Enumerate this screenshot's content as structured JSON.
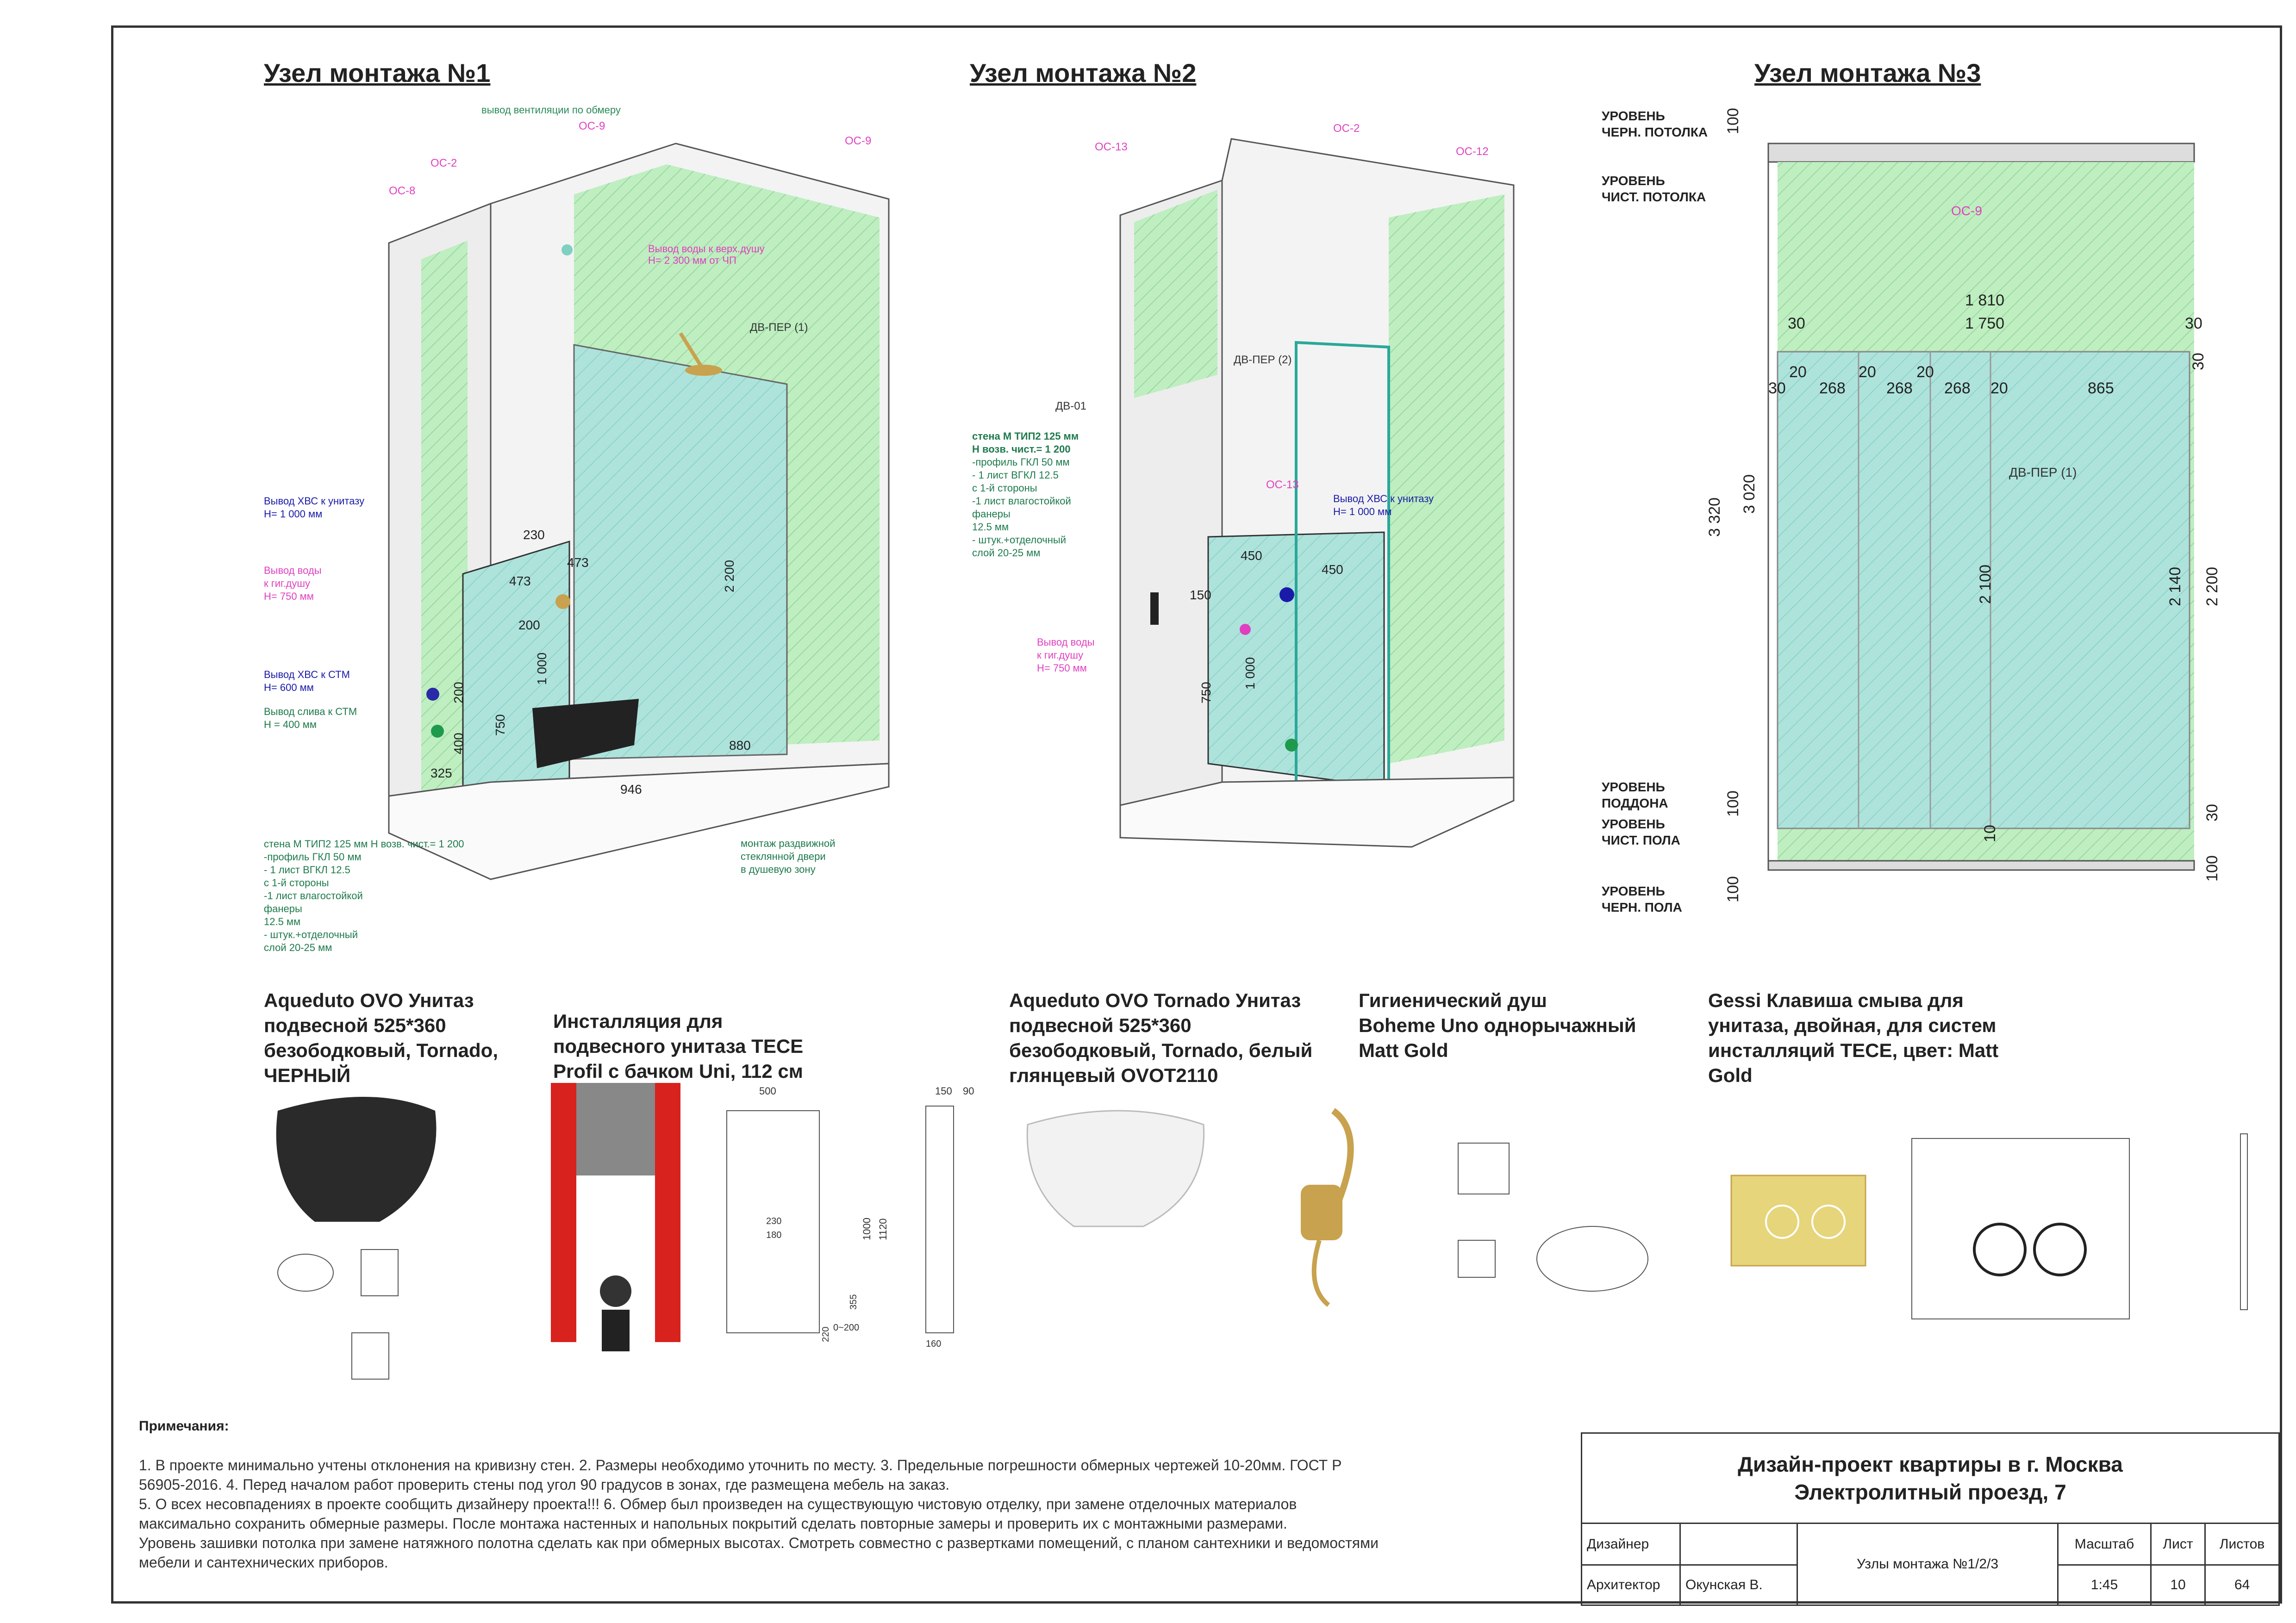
{
  "titles": {
    "node1": "Узел монтажа №1",
    "node2": "Узел монтажа №2",
    "node3": "Узел монтажа №3"
  },
  "node1": {
    "tags": [
      "ОС-8",
      "ОС-2",
      "ОС-9",
      "ОС-9"
    ],
    "door_tag": "ДВ-ПЕР (1)",
    "vent": "вывод\nвентиляции\nпо обмеру",
    "shower_out": "Вывод воды к верх.душу\nH= 2 300 мм от ЧП",
    "cold_wc": "Вывод ХВС к унитазу\nH= 1 000 мм",
    "hyg": "Вывод воды\nк гиг.душу\nH= 750 мм",
    "cold_stm": "Вывод ХВС к СТМ\nH= 600 мм",
    "drain_stm": "Вывод слива к СТМ\nH = 400 мм",
    "wall": "стена М ТИП2 125 мм Н возв. чист.= 1 200\n-профиль ГКЛ 50 мм\n- 1 лист ВГКЛ 12.5\nс 1-й стороны\n-1 лист влагостойкой\nфанеры\n12.5 мм\n- штук.+отделочный\nслой 20-25 мм",
    "door_note": "монтаж раздвижной\nстеклянной двери\nв душевую зону",
    "dims": [
      "230",
      "473",
      "473",
      "200",
      "1 000",
      "200",
      "750",
      "400",
      "325",
      "946",
      "880",
      "2 200"
    ]
  },
  "node2": {
    "tags": [
      "ОС-13",
      "ОС-2",
      "ОС-12",
      "ОС-13"
    ],
    "door_tags": [
      "ДВ-ПЕР (2)",
      "ДВ-01"
    ],
    "wall": "стена М ТИП2 125 мм\nН возв. чист.= 1 200\n-профиль ГКЛ 50 мм\n- 1 лист ВГКЛ 12.5\nс 1-й стороны\n-1 лист влагостойкой\nфанеры\n12.5 мм\n- штук.+отделочный\nслой 20-25 мм",
    "cold_wc": "Вывод ХВС к унитазу\nH= 1 000 мм",
    "hyg": "Вывод воды\nк гиг.душу\nH= 750 мм",
    "dims": [
      "450",
      "450",
      "150",
      "750",
      "1 000"
    ]
  },
  "node3": {
    "levels": [
      "УРОВЕНЬ\nЧЕРН. ПОТОЛКА",
      "УРОВЕНЬ\nЧИСТ. ПОТОЛКА",
      "УРОВЕНЬ\nПОДДОНА",
      "УРОВЕНЬ\nЧИСТ. ПОЛА",
      "УРОВЕНЬ\nЧЕРН. ПОЛА"
    ],
    "tag": "ОС-9",
    "door_tag": "ДВ-ПЕР (1)",
    "top_dims": [
      "1 810",
      "1 750",
      "30",
      "30"
    ],
    "row_dims": [
      "30",
      "20",
      "268",
      "20",
      "268",
      "20",
      "268",
      "20",
      "865",
      "30"
    ],
    "vertical": [
      "100",
      "100",
      "100",
      "3 320",
      "3 020",
      "2 100",
      "2 140",
      "2 200",
      "30",
      "100",
      "10"
    ]
  },
  "products": [
    {
      "caption": "Aqueduto OVO Унитаз\nподвесной 525*360\nбезободковый, Tornado,\nЧЕРНЫЙ"
    },
    {
      "caption": "Инсталляция для\nподвесного унитаза TECE\nProfil с бачком Uni, 112 см"
    },
    {
      "caption": "Aqueduto OVO Tornado Унитаз\nподвесной 525*360\nбезободковый, Tornado, белый\nглянцевый OVOT2110"
    },
    {
      "caption": "Гигиенический душ\nBoheme Uno однорычажный\nMatt Gold"
    },
    {
      "caption": "Gessi Клавиша смыва для\nунитаза, двойная, для систем\nинсталляций TECE, цвет: Matt\nGold"
    }
  ],
  "tece_dims": [
    "500",
    "150",
    "90",
    "1000",
    "1120",
    "230",
    "180",
    "355",
    "220",
    "0~200",
    "160"
  ],
  "notes_heading": "Примечания:",
  "notes": "1. В проекте минимально учтены отклонения на кривизну стен. 2. Размеры необходимо уточнить по месту.  3. Предельные погрешности обмерных чертежей 10-20мм. ГОСТ Р\n56905-2016. 4. Перед началом работ проверить стены под угол 90 градусов в зонах, где размещена мебель на заказ.\n5. О всех несовпадениях в проекте сообщить дизайнеру проекта!!! 6. Обмер был произведен на существующую чистовую отделку, при замене отделочных материалов\nмаксимально сохранить обмерные размеры. После монтажа настенных и напольных покрытий сделать повторные замеры и проверить их с монтажными размерами.\nУровень зашивки потолка при замене натяжного полотна сделать как при обмерных высотах. Смотреть совместно с развертками помещений, с планом сантехники и ведомостями\nмебели и сантехнических приборов.",
  "stamp": {
    "project": "Дизайн-проект квартиры в г. Москва\nЭлектролитный проезд, 7",
    "designer_label": "Дизайнер",
    "architect_label": "Архитектор",
    "architect_name": "Окунская В.",
    "sheet_name": "Узлы монтажа №1/2/3",
    "scale_label": "Масштаб",
    "sheet_label": "Лист",
    "sheets_label": "Листов",
    "scale": "1:45",
    "sheet": "10",
    "sheets": "64"
  },
  "colors": {
    "green_panel": "#bfeec0",
    "glass": "#a8e0d8",
    "tag": "#e040c0",
    "blue": "#1a1aa8",
    "dark_green": "#1e7a4c",
    "gold": "#c8a24e",
    "red": "#d8221e"
  }
}
